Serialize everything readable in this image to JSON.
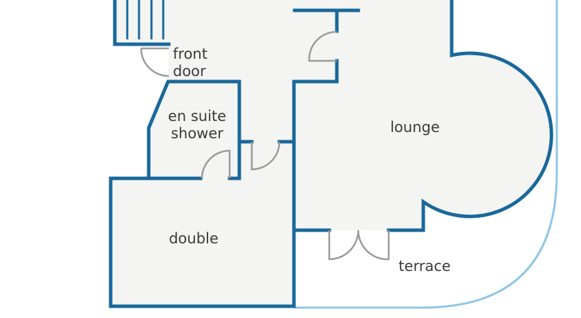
{
  "rooms": {
    "front_door": [
      "front",
      "door"
    ],
    "en_suite": [
      "en suite",
      "shower"
    ],
    "lounge": "lounge",
    "double": "double",
    "terrace": "terrace"
  },
  "colors": {
    "wall": "#19689a",
    "terrace_outline": "#8fc6e6",
    "floor": "#f4f4f3",
    "door": "#9a9a9a",
    "text": "#3a3a3a"
  }
}
